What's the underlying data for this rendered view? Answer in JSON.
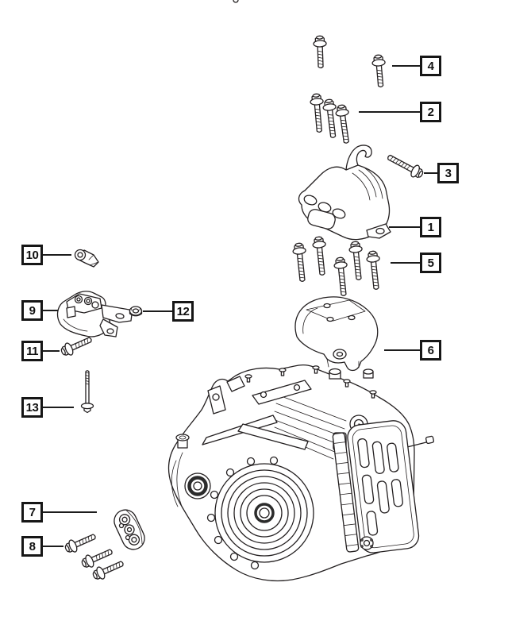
{
  "page": {
    "background_color": "#ffffff",
    "line_color": "#231f20"
  },
  "callouts": {
    "c1": {
      "label": "1"
    },
    "c2": {
      "label": "2"
    },
    "c3": {
      "label": "3"
    },
    "c4": {
      "label": "4"
    },
    "c5": {
      "label": "5"
    },
    "c6": {
      "label": "6"
    },
    "c7": {
      "label": "7"
    },
    "c8": {
      "label": "8"
    },
    "c9": {
      "label": "9"
    },
    "c10": {
      "label": "10"
    },
    "c11": {
      "label": "11"
    },
    "c12": {
      "label": "12"
    },
    "c13": {
      "label": "13"
    }
  }
}
